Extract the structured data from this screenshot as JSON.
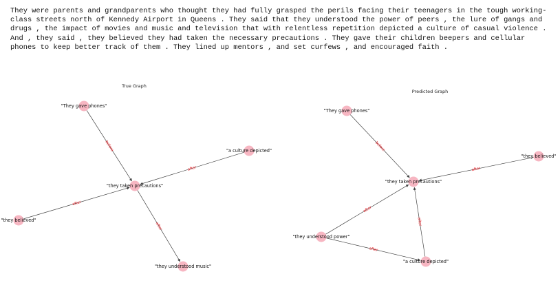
{
  "passage": "They were parents and grandparents who thought they had fully grasped the perils facing their teenagers in the tough working-class streets north of Kennedy Airport in Queens . They said that they understood the power of peers , the lure of gangs and drugs , the impact of movies and music and television that with relentless repetition depicted a culture of casual violence . And , they said , they believed they had taken the necessary precautions . They gave their children beepers and cellular phones to keep better track of them . They lined up mentors , and set curfews , and encouraged faith .",
  "colors": {
    "node": "#f7b6c2",
    "edge": "#444444",
    "edge_label": "#e8181f"
  },
  "true_graph": {
    "title": "True Graph",
    "nodes": [
      {
        "id": "t_phones",
        "label": "\"They gave phones\""
      },
      {
        "id": "t_culture",
        "label": "\"a culture depicted\""
      },
      {
        "id": "t_precautions",
        "label": "\"they taken precautions\""
      },
      {
        "id": "t_believed",
        "label": "\"they believed\""
      },
      {
        "id": "t_music",
        "label": "\"they understood music\""
      }
    ],
    "edges": [
      {
        "from": "t_phones",
        "to": "t_precautions",
        "label": "before"
      },
      {
        "from": "t_culture",
        "to": "t_precautions",
        "label": "after"
      },
      {
        "from": "t_believed",
        "to": "t_precautions",
        "label": "after"
      },
      {
        "from": "t_precautions",
        "to": "t_music",
        "label": "after"
      }
    ]
  },
  "predicted_graph": {
    "title": "Predicted Graph",
    "nodes": [
      {
        "id": "p_phones",
        "label": "\"They gave phones\""
      },
      {
        "id": "p_believed",
        "label": "\"they believed\""
      },
      {
        "id": "p_precautions",
        "label": "\"they taken precautions\""
      },
      {
        "id": "p_power",
        "label": "\"they understood power\""
      },
      {
        "id": "p_culture",
        "label": "\"a culture depicted\""
      }
    ],
    "edges": [
      {
        "from": "p_phones",
        "to": "p_precautions",
        "label": "before"
      },
      {
        "from": "p_believed",
        "to": "p_precautions",
        "label": "after"
      },
      {
        "from": "p_power",
        "to": "p_precautions",
        "label": "after"
      },
      {
        "from": "p_culture",
        "to": "p_precautions",
        "label": "after"
      },
      {
        "from": "p_power",
        "to": "p_culture",
        "label": "after"
      }
    ]
  }
}
